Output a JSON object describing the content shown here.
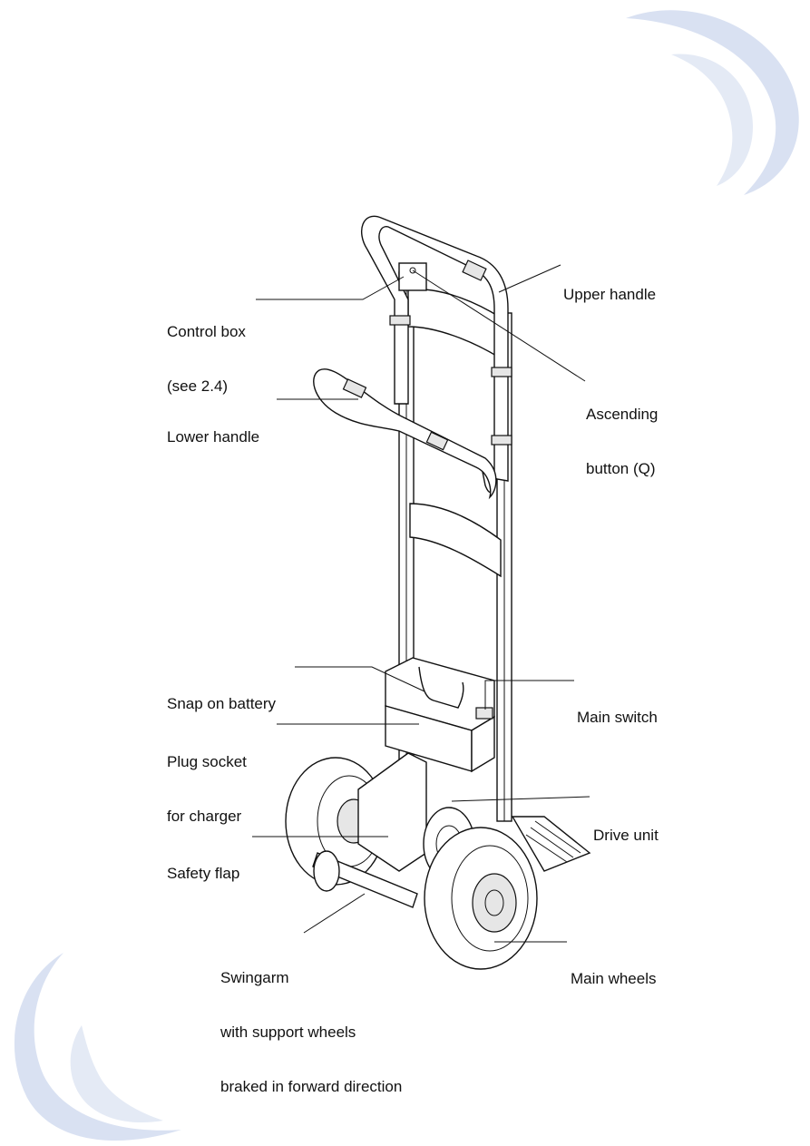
{
  "decoration": {
    "swoosh_color": "#d9e1f2"
  },
  "labels": {
    "upper_handle": [
      "Upper handle"
    ],
    "control_box": [
      "Control box",
      "(see 2.4)"
    ],
    "ascending_button": [
      "Ascending",
      "button (Q)"
    ],
    "lower_handle": [
      "Lower handle"
    ],
    "snap_on_battery": [
      "Snap on battery"
    ],
    "main_switch": [
      "Main switch"
    ],
    "plug_socket": [
      "Plug socket",
      "for charger"
    ],
    "drive_unit": [
      "Drive unit"
    ],
    "safety_flap": [
      "Safety flap"
    ],
    "swingarm": [
      "Swingarm",
      "with support wheels",
      "braked in forward direction"
    ],
    "main_wheels": [
      "Main wheels"
    ]
  }
}
